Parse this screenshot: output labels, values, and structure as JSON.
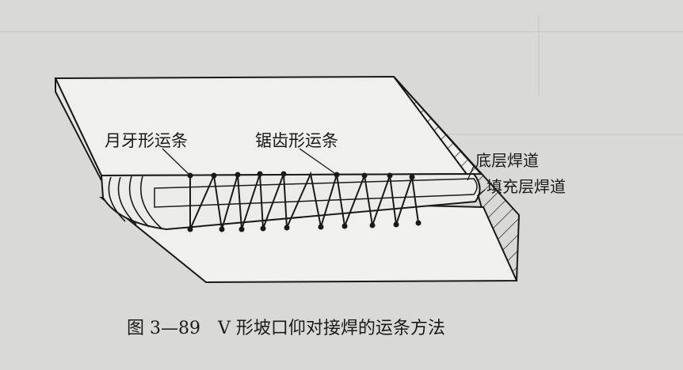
{
  "figure": {
    "caption": "图 3—89　V 形坡口仰对接焊的运条方法",
    "labels": {
      "crescent_motion": "月牙形运条",
      "sawtooth_motion": "锯齿形运条",
      "root_pass": "底层焊道",
      "fill_pass": "填充层焊道"
    }
  },
  "colors": {
    "paper": "#d9dad8",
    "plate": "#f0f0ee",
    "ink": "#1a1a1a",
    "bead": "#ececea"
  }
}
